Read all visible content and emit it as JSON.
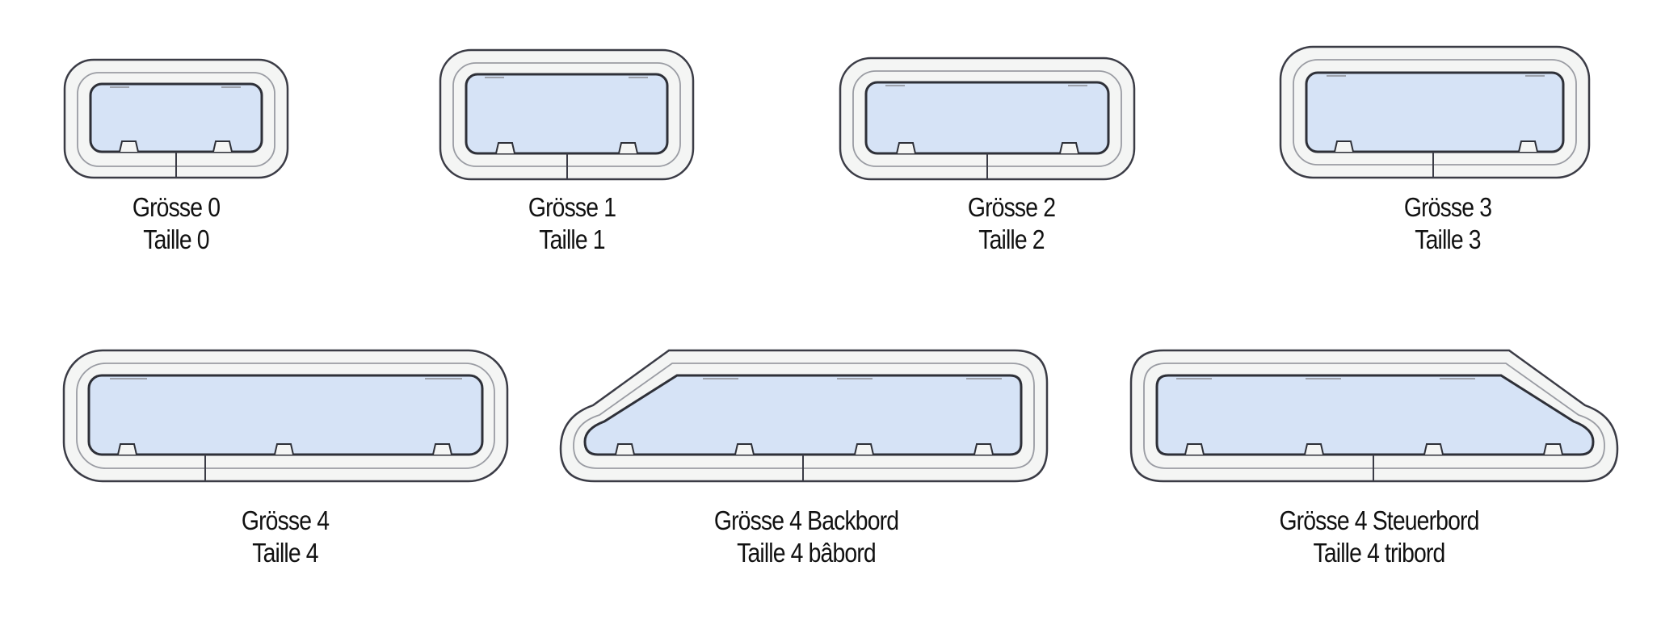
{
  "colors": {
    "glass": "#d6e3f6",
    "frame": "#f4f5f4",
    "frame_stroke": "#3b3c46",
    "frame_inner_line": "#9a9ca3"
  },
  "hatches": [
    {
      "line1": "Grösse 0",
      "line2": "Taille 0"
    },
    {
      "line1": "Grösse 1",
      "line2": "Taille 1"
    },
    {
      "line1": "Grösse 2",
      "line2": "Taille 2"
    },
    {
      "line1": "Grösse 3",
      "line2": "Taille 3"
    },
    {
      "line1": "Grösse 4",
      "line2": "Taille 4"
    },
    {
      "line1": "Grösse 4 Backbord",
      "line2": "Taille 4 bâbord"
    },
    {
      "line1": "Grösse 4 Steuerbord",
      "line2": "Taille 4 tribord"
    }
  ]
}
